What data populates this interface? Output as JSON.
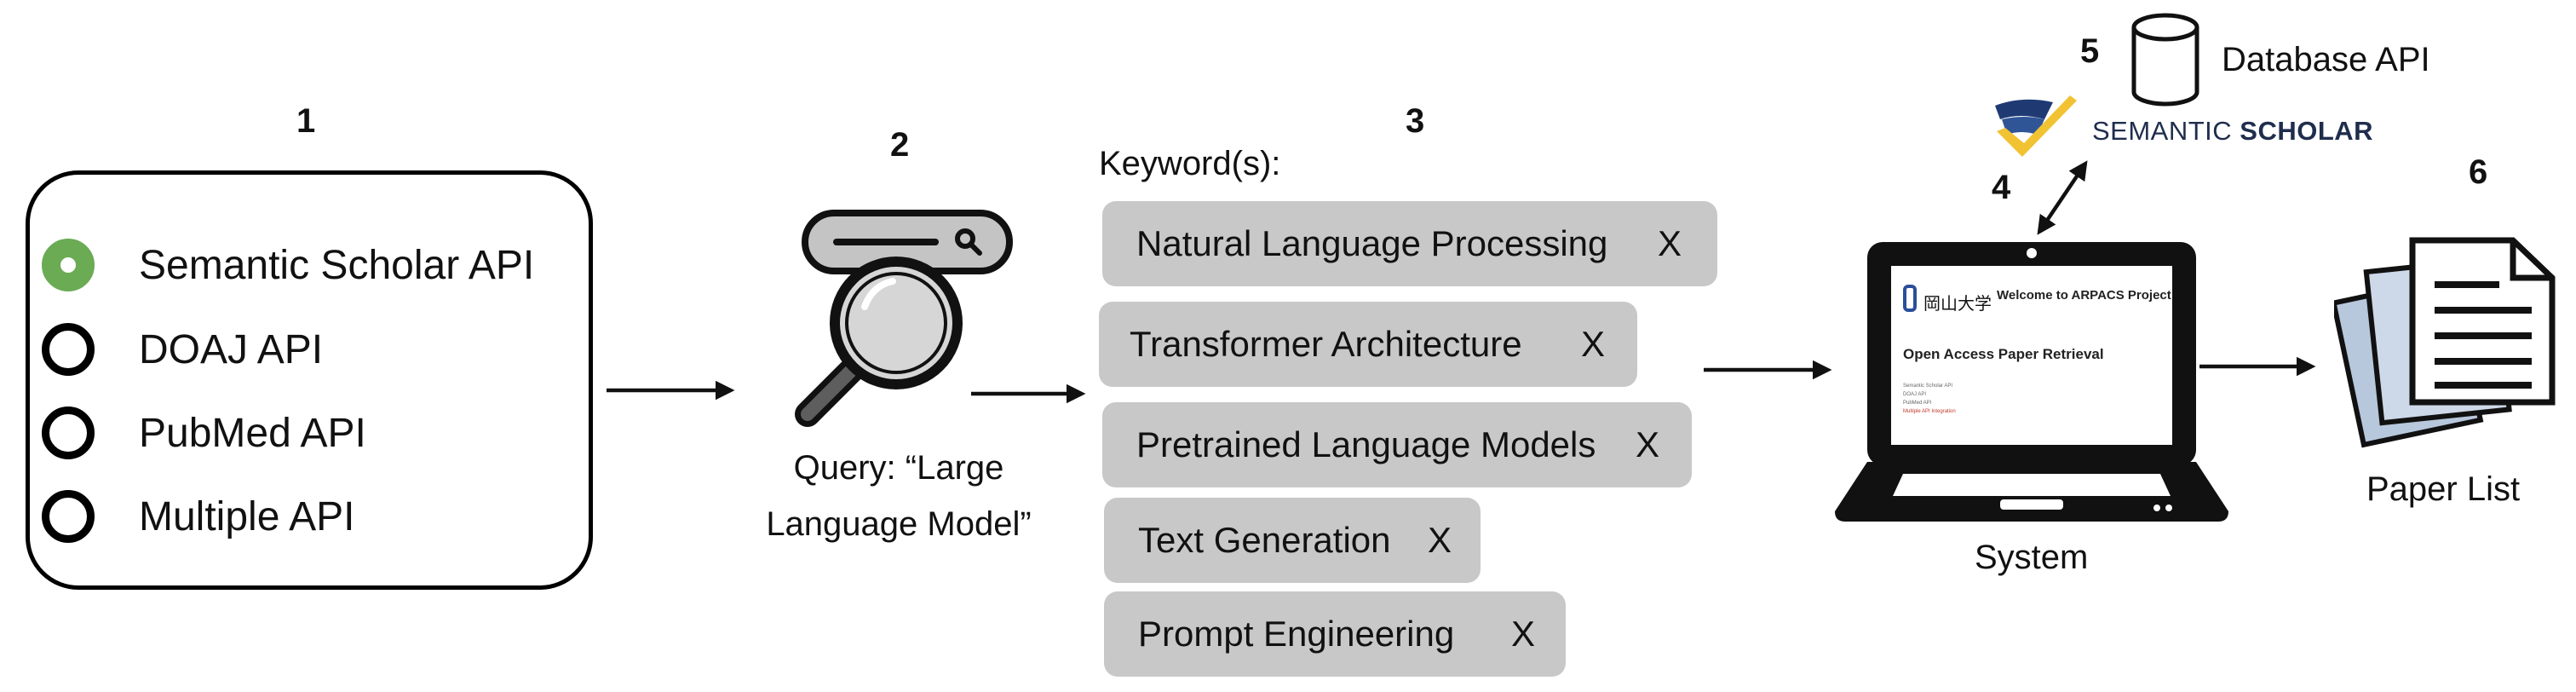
{
  "steps": [
    "1",
    "2",
    "3",
    "4",
    "5",
    "6"
  ],
  "api_options": [
    {
      "label": "Semantic Scholar API",
      "selected": true
    },
    {
      "label": "DOAJ API",
      "selected": false
    },
    {
      "label": "PubMed API",
      "selected": false
    },
    {
      "label": "Multiple API",
      "selected": false
    }
  ],
  "query": {
    "line1": "Query: “Large",
    "line2": "Language Model”"
  },
  "keywords": {
    "heading": "Keyword(s):",
    "remove_symbol": "X",
    "items": [
      "Natural Language Processing",
      "Transformer Architecture",
      "Pretrained Language Models",
      "Text Generation",
      "Prompt Engineering"
    ]
  },
  "system": {
    "label": "System",
    "screen": {
      "university": "岡山大学",
      "welcome": "Welcome to ARPACS Project",
      "title": "Open Access Paper Retrieval",
      "options": [
        "Semantic Scholar API",
        "DOAJ API",
        "PubMed API",
        "Multiple API Integration"
      ]
    }
  },
  "semantic_scholar": {
    "wordmark_light": "SEMANTIC ",
    "wordmark_bold": "SCHOLAR"
  },
  "database": {
    "label": "Database API"
  },
  "paper_list": {
    "label": "Paper List"
  },
  "colors": {
    "selected_radio": "#6aab54",
    "chip_bg": "#c8c8c8",
    "laptop": "#111111"
  }
}
